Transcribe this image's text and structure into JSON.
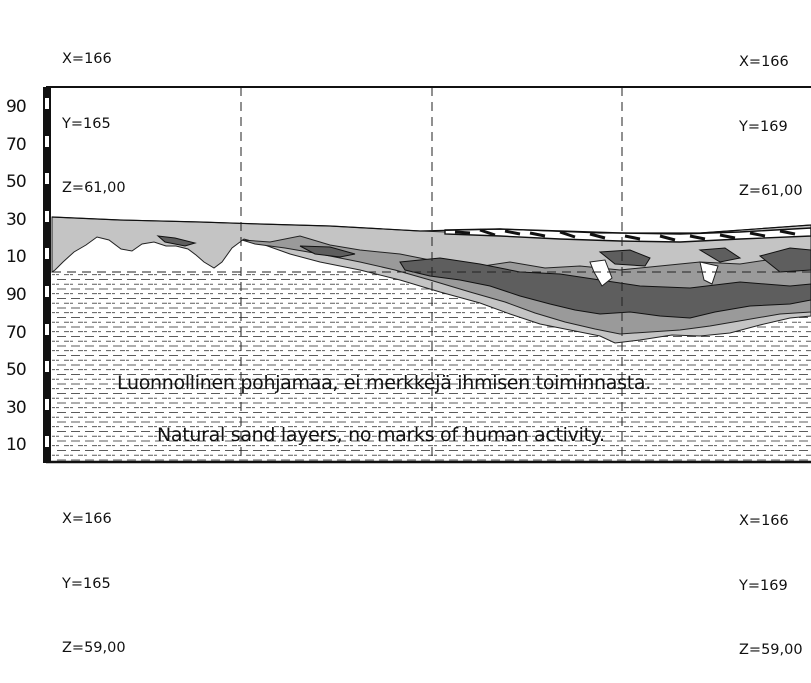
{
  "corners": {
    "top_left": {
      "x": "X=166",
      "y": "Y=165",
      "z": "Z=61,00"
    },
    "top_right": {
      "x": "X=166",
      "y": "Y=169",
      "z": "Z=61,00"
    },
    "bottom_left": {
      "x": "X=166",
      "y": "Y=165",
      "z": "Z=59,00"
    },
    "bottom_right": {
      "x": "X=166",
      "y": "Y=169",
      "z": "Z=59,00"
    }
  },
  "depth_scale": [
    "90",
    "70",
    "50",
    "30",
    "10",
    "90",
    "70",
    "50",
    "30",
    "10"
  ],
  "notes": {
    "finnish": "Luonnollinen pohjamaa, ei merkkejä ihmisen toiminnasta.",
    "english": "Natural sand  layers, no marks of human activity."
  },
  "colors": {
    "light_layer": "#c4c4c4",
    "mid_layer": "#9a9a9a",
    "dark_layer": "#5e5e5e",
    "outline": "#1a1a1a"
  }
}
